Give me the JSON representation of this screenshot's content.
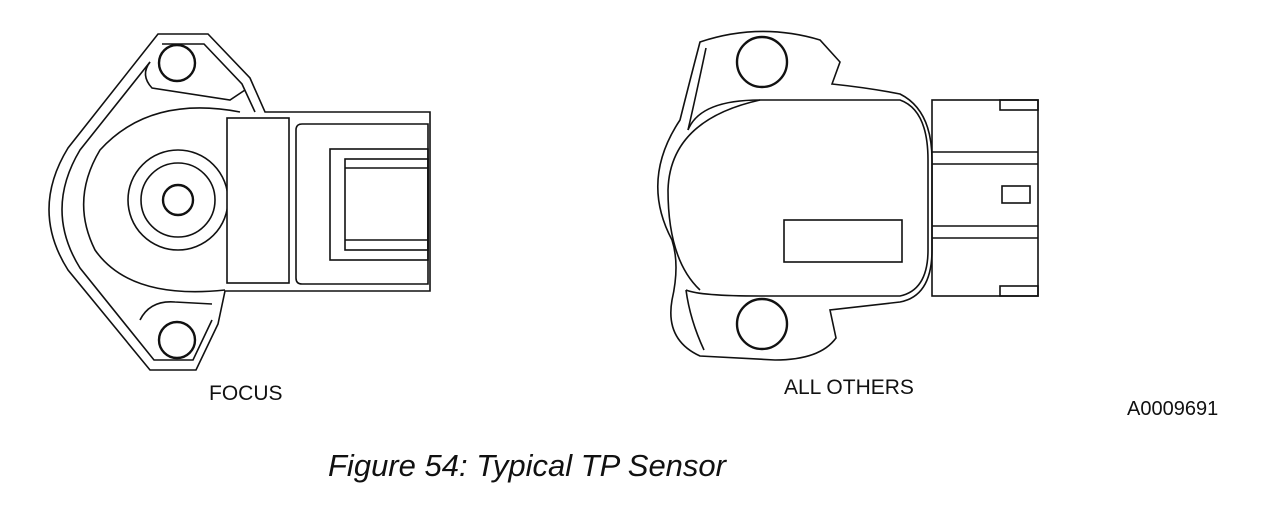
{
  "figure": {
    "left_label": "FOCUS",
    "right_label": "ALL OTHERS",
    "reference_code": "A0009691",
    "caption": "Figure 54: Typical TP Sensor"
  }
}
